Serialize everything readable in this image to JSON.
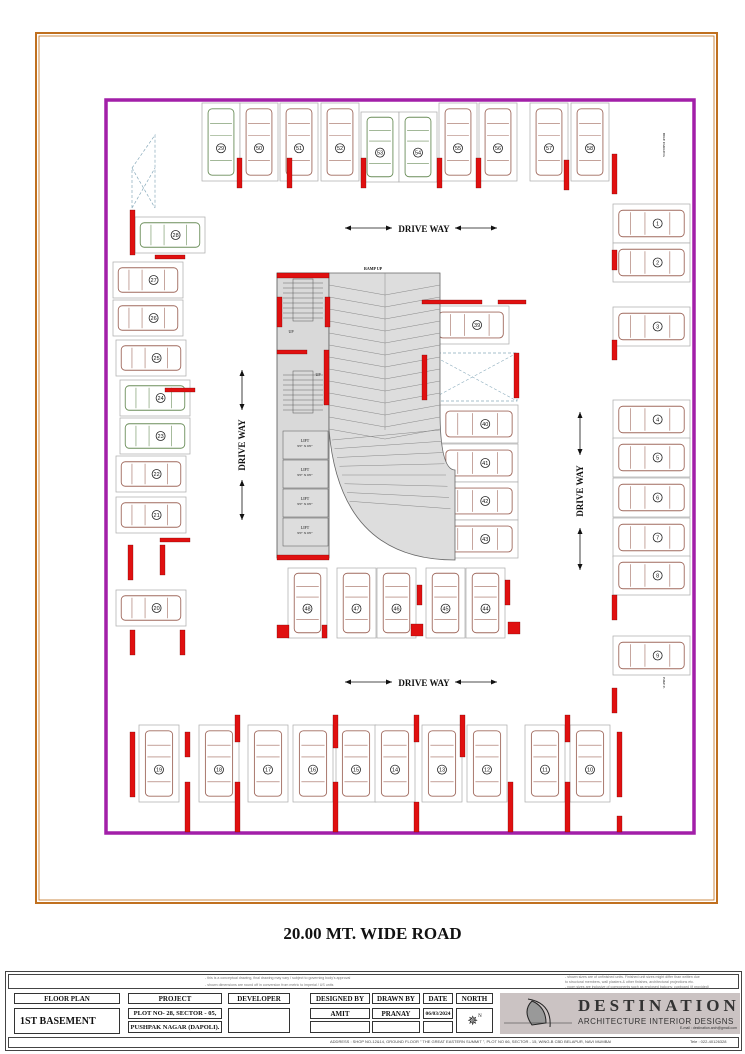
{
  "plan": {
    "road_title": "20.00 MT. WIDE ROAD",
    "driveway_label": "DRIVE WAY",
    "ramp_label": "RAMP UP",
    "stair_up_label": "UP",
    "lift_label": "LIFT",
    "lift_size": "9'0\" X 6'0\"",
    "bike_parking_label": "BIKE PARKING",
    "bike_parking_label_2": "BIKE P.",
    "colors": {
      "border": "#c0701f",
      "wall": "#a21fa8",
      "column": "#e01010",
      "car": "#a06a5e",
      "car_compact": "#6b8e5a",
      "core": "#d9d9d9"
    },
    "stalls": {
      "top": [
        {
          "no": "29",
          "compact": true
        },
        {
          "no": "50"
        },
        {
          "no": "51"
        },
        {
          "no": "52"
        },
        {
          "no": "53",
          "compact": true
        },
        {
          "no": "54",
          "compact": true
        },
        {
          "no": "55"
        },
        {
          "no": "56"
        },
        {
          "no": "57"
        },
        {
          "no": "58"
        }
      ],
      "left": [
        {
          "no": "28",
          "compact": true
        },
        {
          "no": "27"
        },
        {
          "no": "26"
        },
        {
          "no": "25"
        },
        {
          "no": "24",
          "compact": true
        },
        {
          "no": "23",
          "compact": true
        },
        {
          "no": "22"
        },
        {
          "no": "21"
        },
        {
          "no": "20"
        }
      ],
      "right": [
        {
          "no": "1"
        },
        {
          "no": "2"
        },
        {
          "no": "3"
        },
        {
          "no": "4"
        },
        {
          "no": "5"
        },
        {
          "no": "6"
        },
        {
          "no": "7"
        },
        {
          "no": "8"
        },
        {
          "no": "9"
        }
      ],
      "center": [
        {
          "no": "39"
        },
        {
          "no": "40"
        },
        {
          "no": "41"
        },
        {
          "no": "42"
        },
        {
          "no": "43"
        }
      ],
      "center_bottom": [
        {
          "no": "48"
        },
        {
          "no": "47"
        },
        {
          "no": "46"
        },
        {
          "no": "45"
        },
        {
          "no": "44"
        }
      ],
      "bottom": [
        {
          "no": "19"
        },
        {
          "no": "18"
        },
        {
          "no": "17"
        },
        {
          "no": "16"
        },
        {
          "no": "15"
        },
        {
          "no": "14"
        },
        {
          "no": "13"
        },
        {
          "no": "12"
        },
        {
          "no": "11"
        },
        {
          "no": "10"
        }
      ]
    }
  },
  "title_block": {
    "notes_left": [
      "- this is a conceptual drawing, final drawing may vary / subject to governing body's approval",
      "- shown dimensions are round off in conversion from metric to imperial / US units"
    ],
    "notes_right": [
      "- shown sizes are of unfinished units. Finished unit sizes might differ than written due",
      "to structural members, wall plasters & other finishes, architectural projections etc.",
      "- room sizes are inclusive of components such as enclosed balcony, cupboard (if provided)"
    ],
    "headers": {
      "floor_plan": "FLOOR PLAN",
      "project": "PROJECT",
      "developer": "DEVELOPER",
      "designed_by": "DESIGNED BY",
      "drawn_by": "DRAWN BY",
      "date": "DATE",
      "north": "NORTH"
    },
    "floor_plan": "1ST BASEMENT",
    "project_line1": "PLOT NO- 28, SECTOR - 05,",
    "project_line2": "PUSHPAK NAGAR (DAPOLI).",
    "designed_by": "AMIT",
    "drawn_by": "PRANAY",
    "date": "06/03/2024",
    "north_letter": "N",
    "firm_name": "DESTINATION",
    "firm_tagline": "ARCHITECTURE  INTERIOR  DESIGNS",
    "email": "E-mail : destination.arch@gmail.com",
    "address": "ADDRESS : SHOP NO-12&14, GROUND FLOOR \" THE GREAT EASTERN SUMMIT \", PLOT NO 66, SECTOR - 15, WING-B CBD BELAPUR, NAVI MUMBAI",
    "tele": "Tele : 022-40126328"
  }
}
